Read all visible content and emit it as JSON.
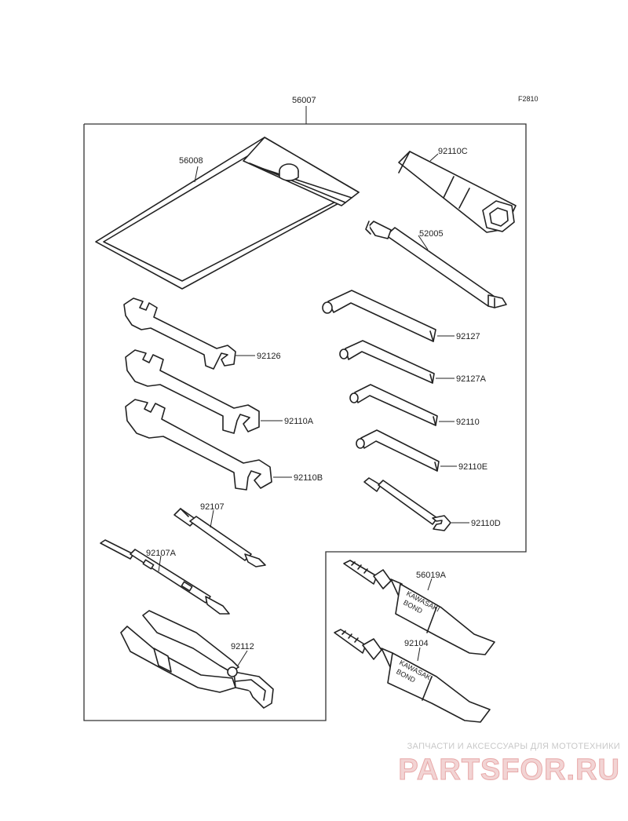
{
  "figure_code": "F2810",
  "labels": {
    "kit": "56007",
    "bag": "56008",
    "plug_wrench": "92110C",
    "handle": "52005",
    "hex_92127": "92127",
    "hex_92127A": "92127A",
    "hex_92110": "92110",
    "hex_92110E": "92110E",
    "spoke_wrench": "92110D",
    "wrench_92126": "92126",
    "wrench_92110A": "92110A",
    "wrench_92110B": "92110B",
    "screwdriver_bit": "92107",
    "screwdriver_grip": "92107A",
    "pliers": "92112",
    "bond_56019A": "56019A",
    "bond_92104": "92104"
  },
  "tube_print": {
    "brand": "KAWASAKI",
    "product": "BOND"
  },
  "watermark": {
    "caption": "ЗАПЧАСТИ И АКСЕССУАРЫ ДЛЯ МОТОТЕХНИКИ",
    "logo": "PARTSFOR.RU"
  },
  "colors": {
    "line": "#222222",
    "watermark_logo": "#e8a8a8"
  }
}
